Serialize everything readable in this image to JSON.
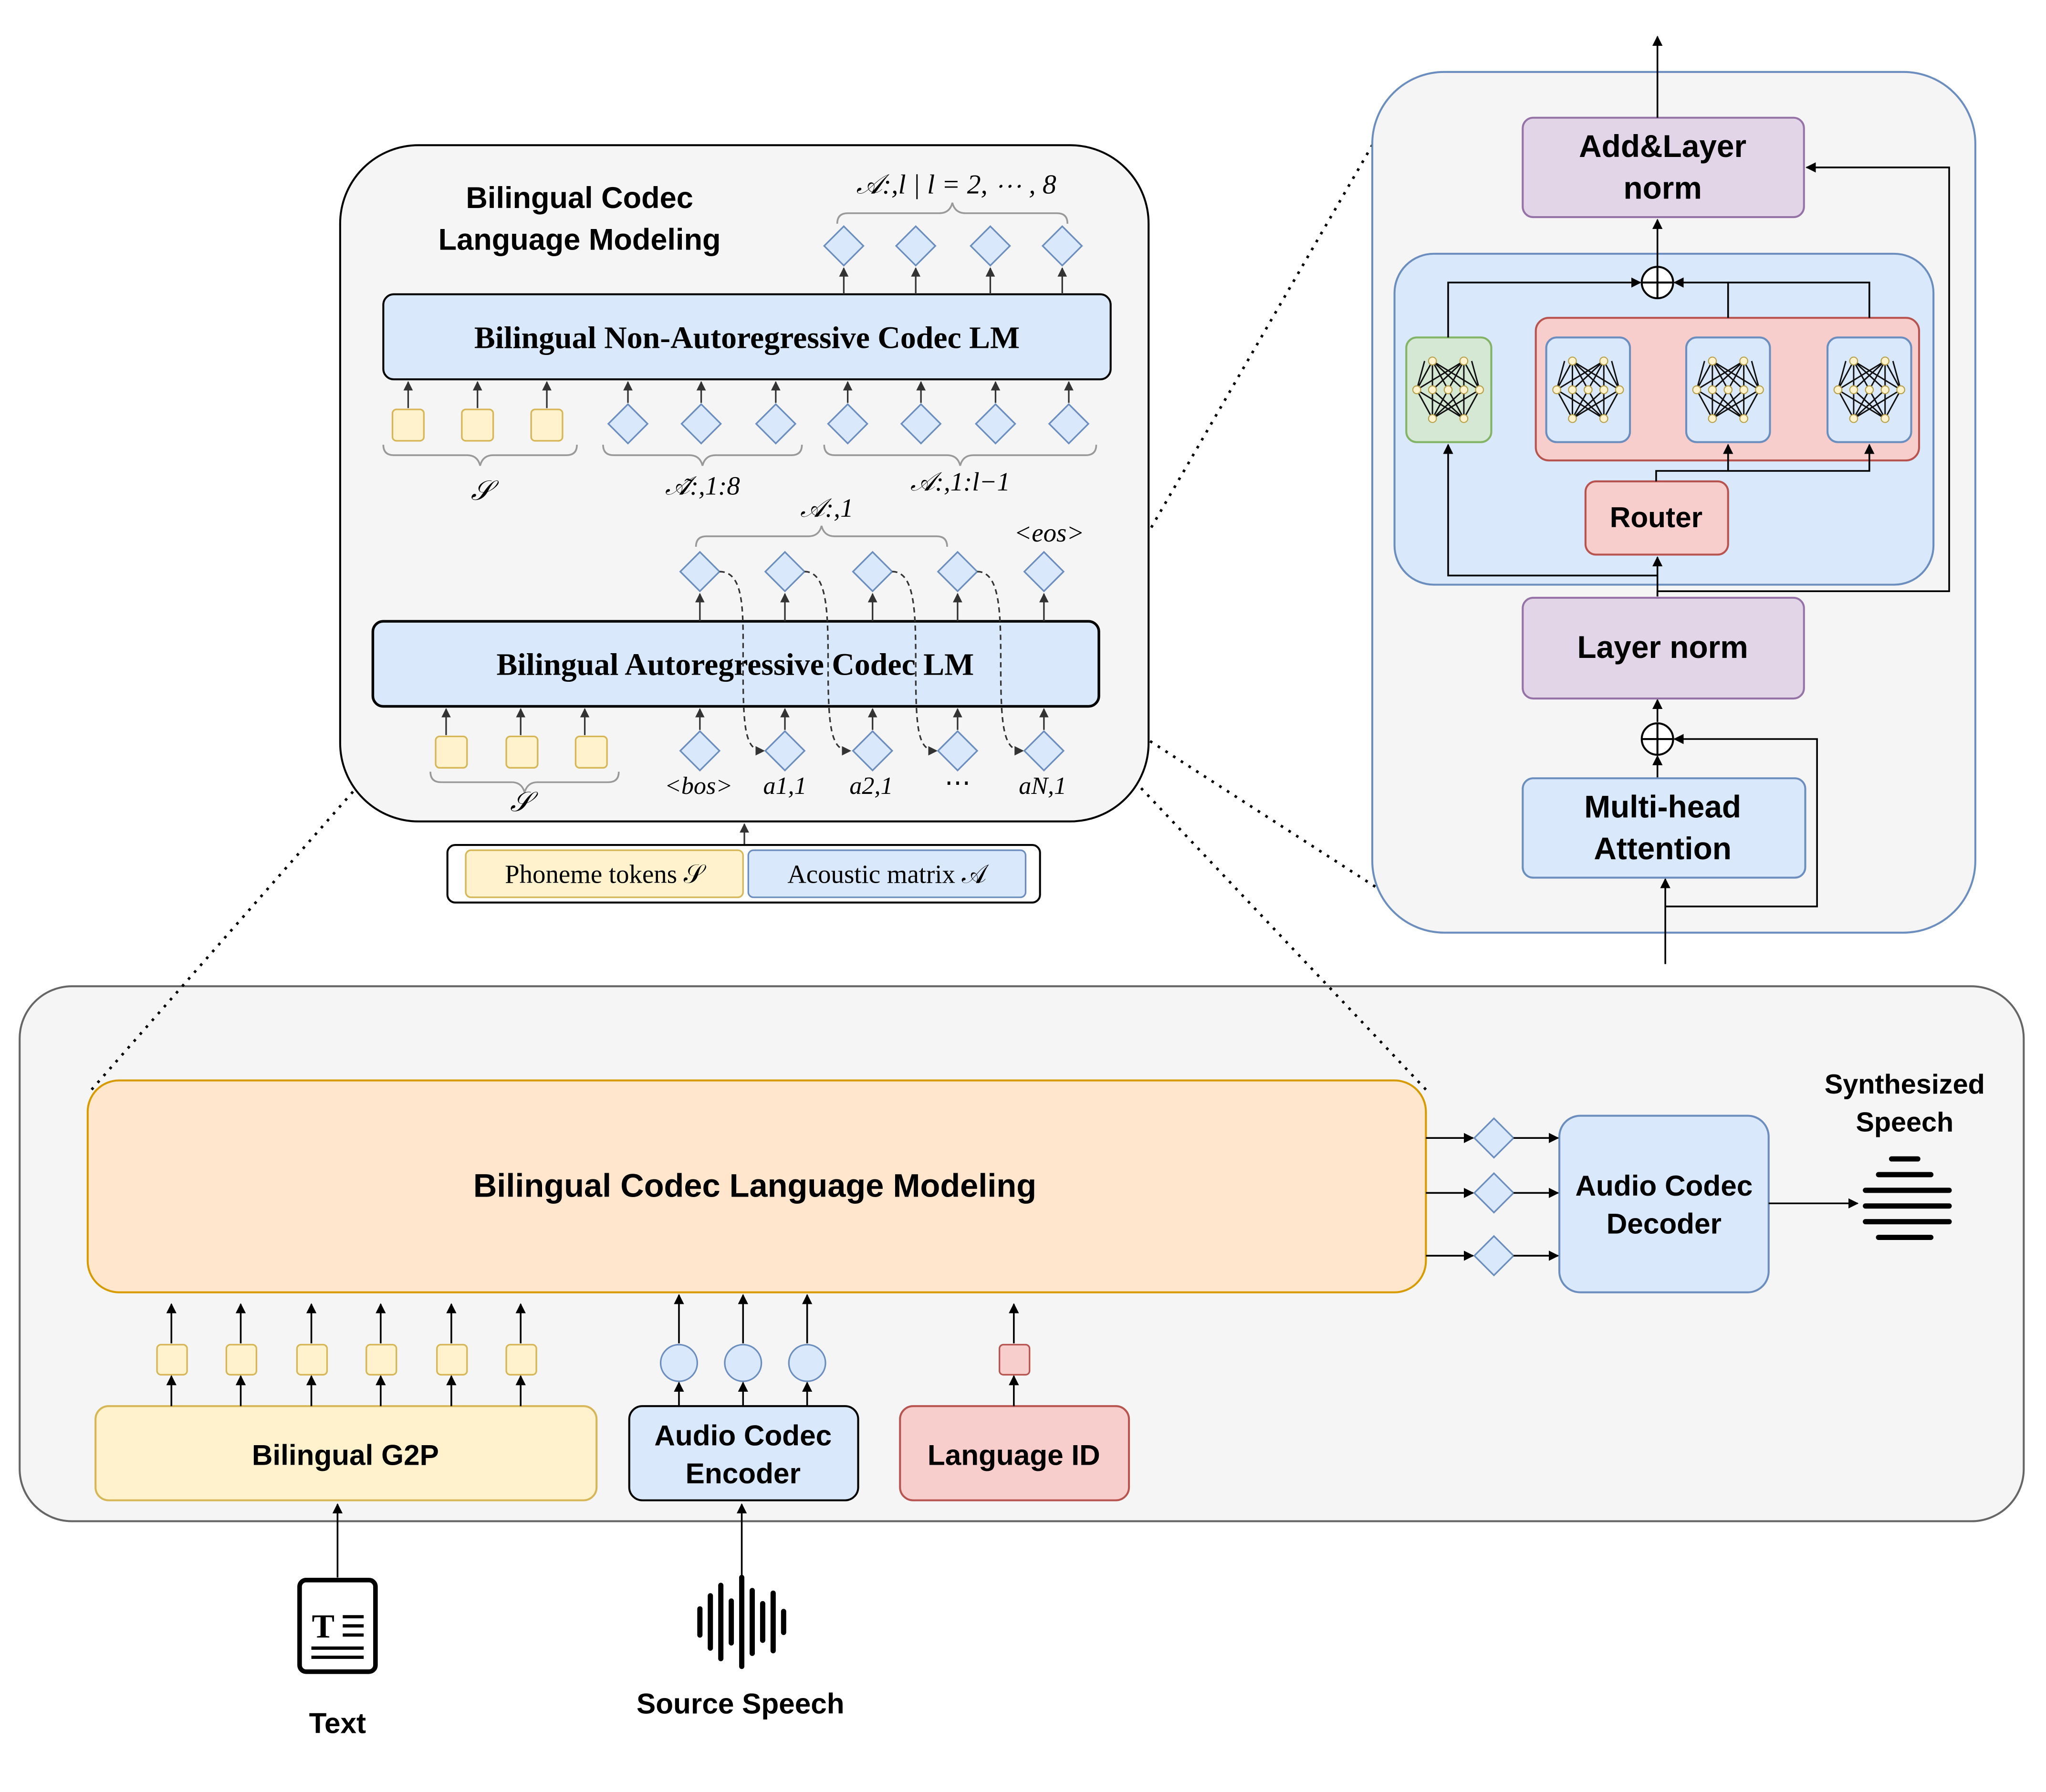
{
  "overview": {
    "blcm_label": "Bilingual Codec Language Modeling",
    "g2p_label": "Bilingual G2P",
    "encoder_label": "Audio Codec Encoder",
    "langid_label": "Language ID",
    "decoder_label": "Audio Codec Decoder",
    "synth_label": "Synthesized Speech",
    "text_label": "Text",
    "source_label": "Source Speech"
  },
  "detail": {
    "title": "Bilingual Codec Language Modeling",
    "nar_label": "Bilingual Non-Autoregressive Codec LM",
    "ar_label": "Bilingual Autoregressive Codec LM",
    "nar_output_label": "𝒜:,l | l = 2, ⋯ , 8",
    "s_label": "𝒮",
    "a_tilde_label": "𝒜̃:,1:8",
    "a_prefix_label": "𝒜:,1:l−1",
    "a1_label": "𝒜:,1",
    "eos_label": "<eos>",
    "bos_label": "<bos>",
    "a11_label": "a1,1",
    "a21_label": "a2,1",
    "dots_label": "⋯",
    "aN1_label": "aN,1",
    "legend_phoneme": "Phoneme tokens 𝒮",
    "legend_acoustic": "Acoustic matrix 𝒜"
  },
  "moe": {
    "addnorm_label": "Add&Layer norm",
    "router_label": "Router",
    "layernorm_label": "Layer norm",
    "mha_label": "Multi-head Attention"
  },
  "colors": {
    "yellow_fill": "#fff2cc",
    "yellow_stroke": "#d6b656",
    "blue_fill": "#dae8fc",
    "blue_stroke": "#6c8ebf",
    "red_fill": "#f8cecc",
    "red_stroke": "#b85450",
    "green_fill": "#d5e8d4",
    "green_stroke": "#82b366",
    "purple_fill": "#e1d5e7",
    "purple_stroke": "#9673a6",
    "orange_fill": "#ffe6cc",
    "orange_stroke": "#d79b00",
    "panel_fill": "#f5f5f5"
  }
}
